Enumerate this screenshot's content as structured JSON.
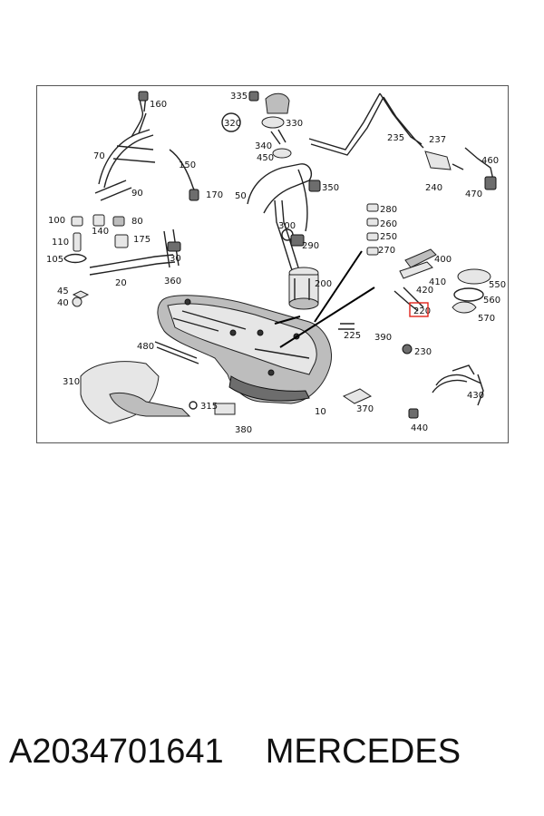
{
  "diagram": {
    "labels": [
      "160",
      "335",
      "330",
      "320",
      "340",
      "450",
      "70",
      "150",
      "90",
      "170",
      "50",
      "350",
      "235",
      "237",
      "460",
      "240",
      "470",
      "100",
      "140",
      "80",
      "110",
      "175",
      "105",
      "30",
      "20",
      "360",
      "45",
      "40",
      "280",
      "260",
      "250",
      "270",
      "300",
      "290",
      "200",
      "400",
      "410",
      "420",
      "550",
      "560",
      "570",
      "220",
      "225",
      "390",
      "230",
      "480",
      "310",
      "315",
      "380",
      "10",
      "370",
      "430",
      "440"
    ],
    "highlighted_label": "220"
  },
  "caption": {
    "part_number": "A2034701641",
    "brand": "MERCEDES"
  },
  "colors": {
    "highlight": "#e2231a",
    "frame": "#555555"
  }
}
